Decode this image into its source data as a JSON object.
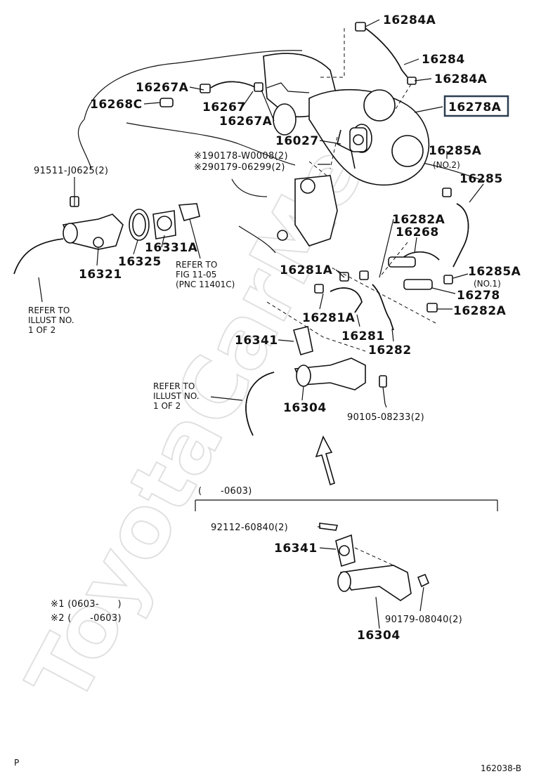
{
  "watermark": "ToyotaCarMe",
  "highlight": {
    "part": "16278A",
    "border_color": "#2c3e50"
  },
  "labels": {
    "l16284A_top": "16284A",
    "l16284": "16284",
    "l16284A_mid": "16284A",
    "l16278A": "16278A",
    "l16267A_a": "16267A",
    "l16268C": "16268C",
    "l16267": "16267",
    "l16267A_b": "16267A",
    "l16027": "16027",
    "l16285A_top": "16285A",
    "l16285A_no2": "(NO.2)",
    "l16285": "16285",
    "l190178": "※190178-W0008(2)",
    "l290179": "※290179-06299(2)",
    "l91511": "91511-J0625(2)",
    "l16282A_top": "16282A",
    "l16268": "16268",
    "l16331A": "16331A",
    "l16321": "16321",
    "l16325": "16325",
    "ref_fig_1": "REFER TO",
    "ref_fig_2": "FIG 11-05",
    "ref_fig_3": "(PNC 11401C)",
    "l16281A_a": "16281A",
    "l16285A_no1": "16285A",
    "l_no1": "(NO.1)",
    "l16278": "16278",
    "l16282A_bot": "16282A",
    "ref_ill_a1": "REFER TO",
    "ref_ill_a2": "ILLUST NO.",
    "ref_ill_a3": "1 OF 2",
    "l16281A_b": "16281A",
    "l16281": "16281",
    "l16282": "16282",
    "l16341_top": "16341",
    "ref_ill_b1": "REFER TO",
    "ref_ill_b2": "ILLUST NO.",
    "ref_ill_b3": "1 OF 2",
    "l16304_top": "16304",
    "l90105": "90105-08233(2)",
    "range_0603": "(　　-0603)",
    "l92112": "92112-60840(2)",
    "l16341_bot": "16341",
    "l90179": "90179-08040(2)",
    "l16304_bot": "16304",
    "note1": "※1 (0603-　　)",
    "note2": "※2 (　　-0603)",
    "corner_p": "P",
    "figure_id": "162038-B"
  }
}
